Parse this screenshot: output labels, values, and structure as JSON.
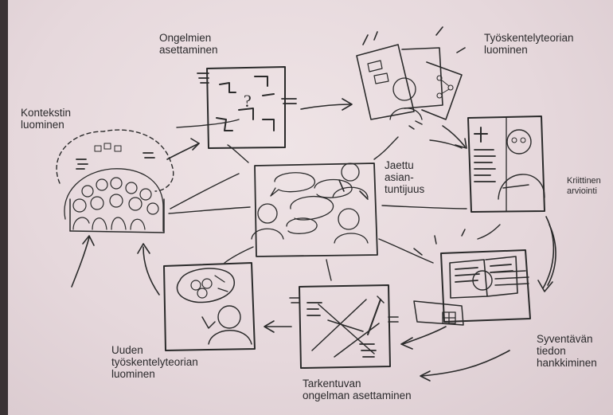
{
  "diagram": {
    "labels": {
      "ongelmien_asettaminen": "Ongelmien\nasettaminen",
      "tyoskentelyteorian_luominen": "Työskentelyteorian\nluominen",
      "kontekstin_luominen": "Kontekstin\nluominen",
      "jaettu_asiantuntijuus": "Jaettu\nasian-\ntuntijuus",
      "kriittinen_arviointi": "Kriittinen\narviointi",
      "syventavan_tiedon_hankkiminen": "Syventävän\ntiedon\nhankkiminen",
      "tarkentuvan_ongelman_asettaminen": "Tarkentuvan\nongelman asettaminen",
      "uuden_tyoskentelyteorian_luominen": "Uuden\ntyöskentelyteorian\nluominen"
    },
    "icons": {
      "question_mark": "?",
      "plus": "+"
    }
  }
}
